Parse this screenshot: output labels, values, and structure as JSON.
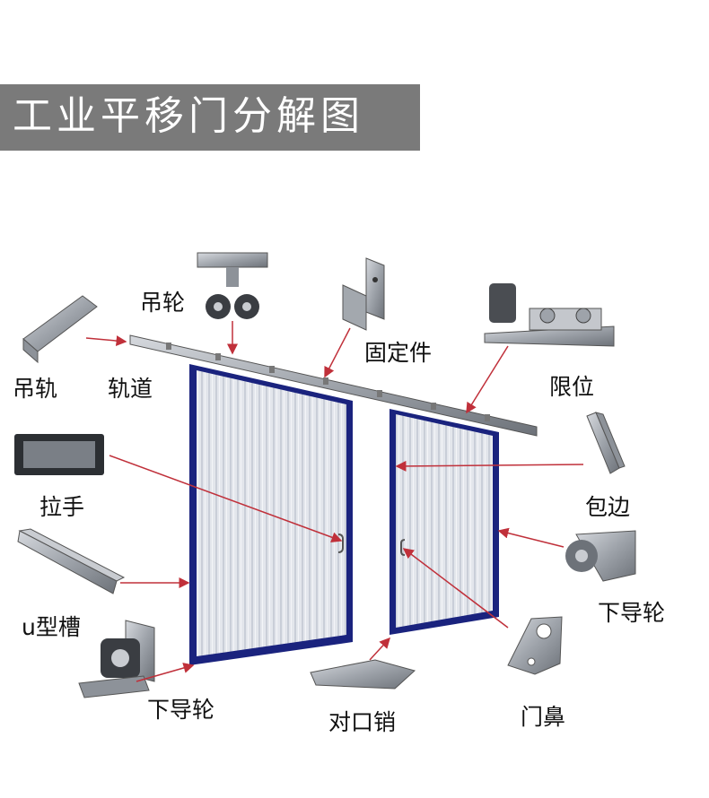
{
  "title": "工业平移门分解图",
  "labels": {
    "hanging_wheel": "吊轮",
    "hanging_rail": "吊轨",
    "track": "轨道",
    "fixing_part": "固定件",
    "limiter": "限位",
    "handle": "拉手",
    "edge_trim": "包边",
    "bottom_guide_right": "下导轮",
    "u_channel": "u型槽",
    "bottom_guide_left": "下导轮",
    "door_bolt": "对口销",
    "door_latch": "门鼻"
  },
  "colors": {
    "banner": "#7a7a7a",
    "door_frame": "#1a237e",
    "door_panel": "#d9dde6",
    "pointer": "#c0303a",
    "metal": "#a9adb3"
  }
}
